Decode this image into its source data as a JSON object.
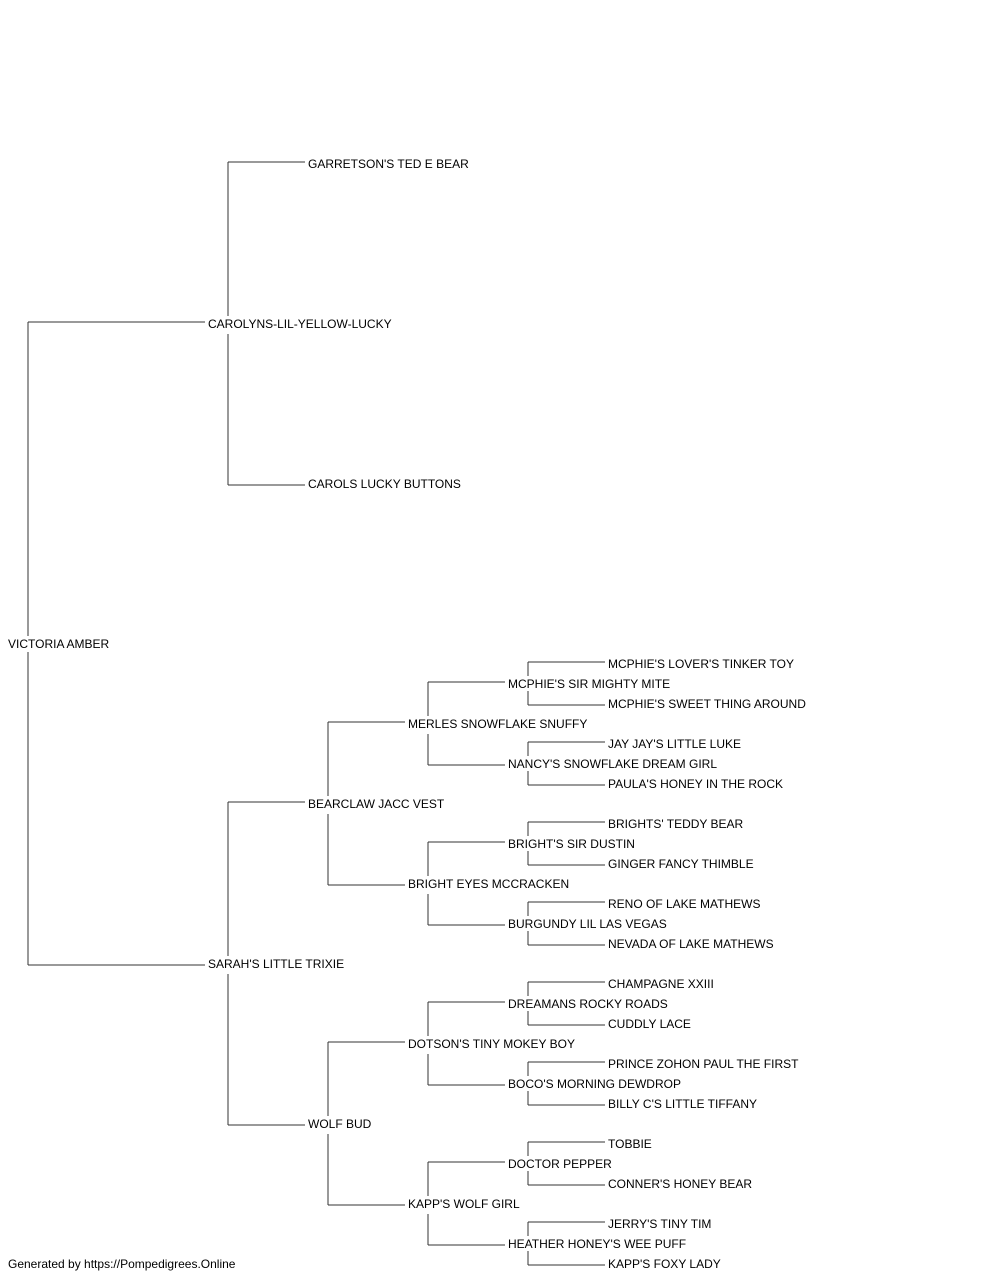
{
  "pedigree": {
    "subject": "VICTORIA AMBER",
    "sire": {
      "name": "CAROLYNS-LIL-YELLOW-LUCKY",
      "sire": {
        "name": "GARRETSON'S TED E BEAR"
      },
      "dam": {
        "name": "CAROLS LUCKY BUTTONS"
      }
    },
    "dam": {
      "name": "SARAH'S LITTLE TRIXIE",
      "sire": {
        "name": "BEARCLAW JACC VEST",
        "sire": {
          "name": "MERLES SNOWFLAKE SNUFFY",
          "sire": {
            "name": "MCPHIE'S SIR MIGHTY MITE",
            "sire": "MCPHIE'S LOVER'S TINKER TOY",
            "dam": "MCPHIE'S SWEET THING AROUND"
          },
          "dam": {
            "name": "NANCY'S SNOWFLAKE DREAM GIRL",
            "sire": "JAY JAY'S LITTLE LUKE",
            "dam": "PAULA'S HONEY IN THE ROCK"
          }
        },
        "dam": {
          "name": "BRIGHT EYES MCCRACKEN",
          "sire": {
            "name": "BRIGHT'S SIR DUSTIN",
            "sire": "BRIGHTS' TEDDY BEAR",
            "dam": "GINGER FANCY THIMBLE"
          },
          "dam": {
            "name": "BURGUNDY LIL LAS VEGAS",
            "sire": "RENO OF LAKE MATHEWS",
            "dam": "NEVADA OF LAKE MATHEWS"
          }
        }
      },
      "dam": {
        "name": "WOLF BUD",
        "sire": {
          "name": "DOTSON'S TINY MOKEY BOY",
          "sire": {
            "name": "DREAMANS ROCKY ROADS",
            "sire": "CHAMPAGNE XXIII",
            "dam": "CUDDLY LACE"
          },
          "dam": {
            "name": "BOCO'S MORNING DEWDROP",
            "sire": "PRINCE ZOHON PAUL THE FIRST",
            "dam": "BILLY C'S LITTLE TIFFANY"
          }
        },
        "dam": {
          "name": "KAPP'S WOLF GIRL",
          "sire": {
            "name": "DOCTOR PEPPER",
            "sire": "TOBBIE",
            "dam": "CONNER'S HONEY BEAR"
          },
          "dam": {
            "name": "HEATHER HONEY'S WEE PUFF",
            "sire": "JERRY'S TINY TIM",
            "dam": "KAPP'S FOXY LADY"
          }
        }
      }
    }
  },
  "footer": "Generated by https://Pompedigrees.Online",
  "colors": {
    "line": "#333333",
    "text": "#000000",
    "background": "#ffffff"
  }
}
